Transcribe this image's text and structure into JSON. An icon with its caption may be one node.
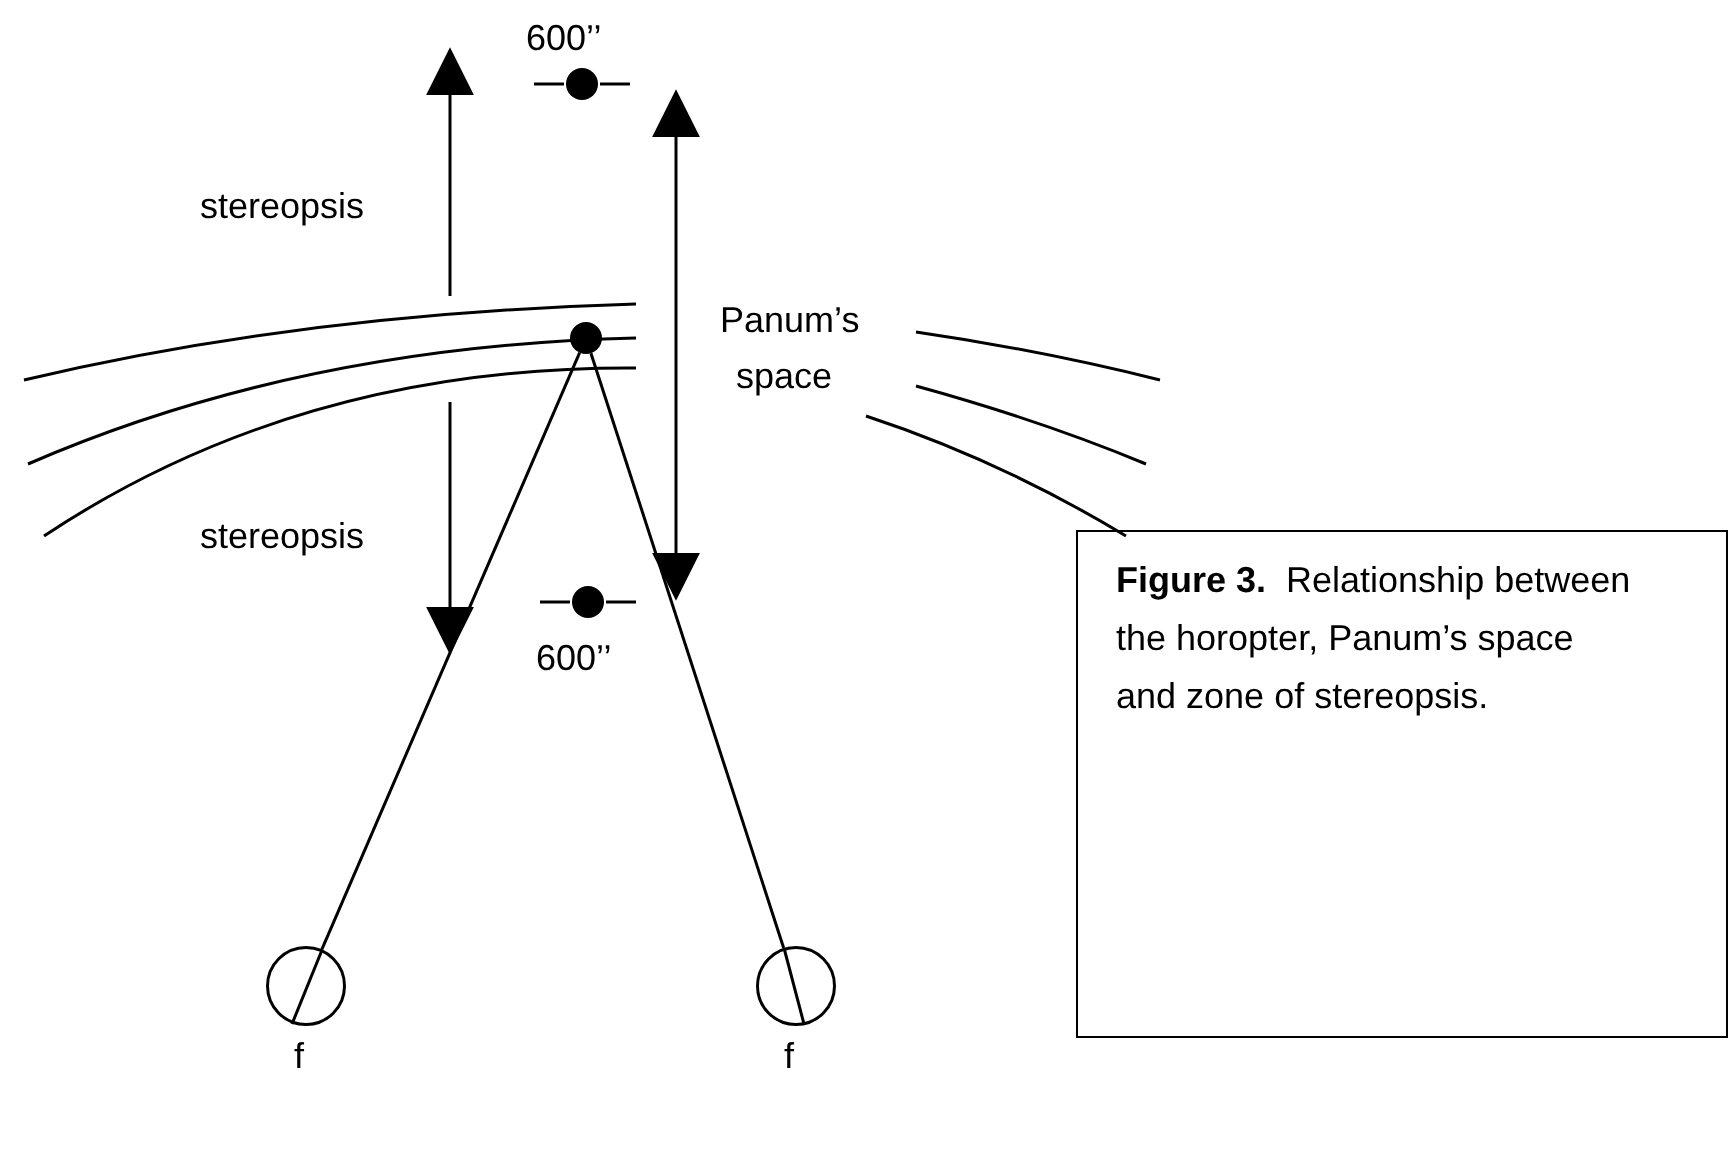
{
  "diagram": {
    "caption": "**Figure 3.**  Relationship between the horopter, Panum’s space and zone of stereopsis.",
    "nodes": [
      {
        "text": [],
        "shape": "circle",
        "beside": [
          "600’’"
        ]
      },
      {
        "text": [],
        "shape": "circle"
      },
      {
        "text": [],
        "shape": "circle",
        "beside": [
          "600’’"
        ]
      },
      {
        "text": [],
        "shape": "circle",
        "beside": [
          "f"
        ]
      },
      {
        "text": [],
        "shape": "circle",
        "beside": [
          "f"
        ]
      }
    ],
    "edges": [
      {
        "from": 3,
        "to": 1,
        "arrow": "none"
      },
      {
        "from": 4,
        "to": 1,
        "arrow": "none"
      }
    ],
    "labels": [
      "stereopsis",
      "Panum’s space",
      "stereopsis"
    ]
  }
}
